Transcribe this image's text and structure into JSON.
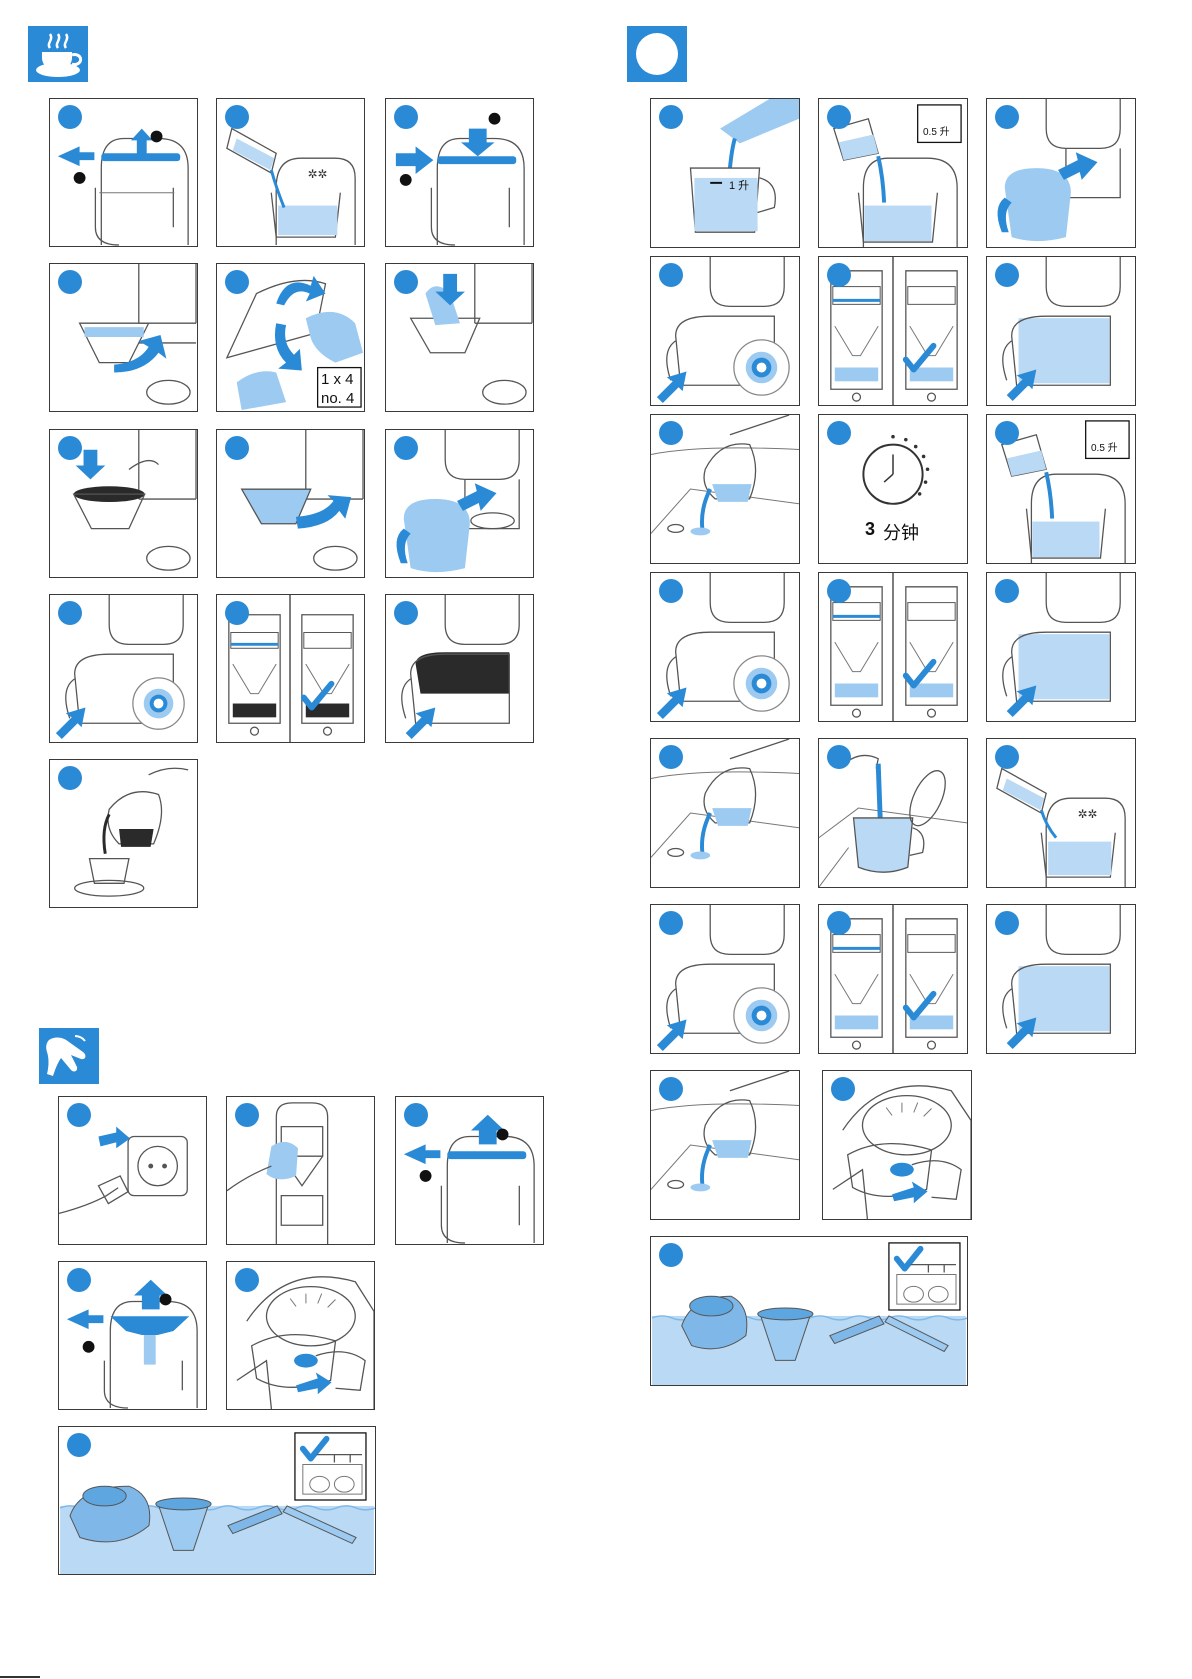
{
  "sections": {
    "brew": {
      "icon": "coffee-cup-icon"
    },
    "decalc": {
      "icon": "circle-icon"
    },
    "clean": {
      "icon": "cleaning-hand-icon"
    }
  },
  "labels": {
    "filter_paper_qty": "1 x 4",
    "filter_paper_no": "no. 4",
    "water_1l": "1 升",
    "water_05l_a": "0.5 升",
    "water_05l_b": "0.5 升",
    "minutes_num": "3",
    "minutes_unit": "分钟"
  },
  "colors": {
    "accent": "#2a8ad6",
    "water": "#b9d9f4",
    "coffee": "#2a2a2a"
  }
}
